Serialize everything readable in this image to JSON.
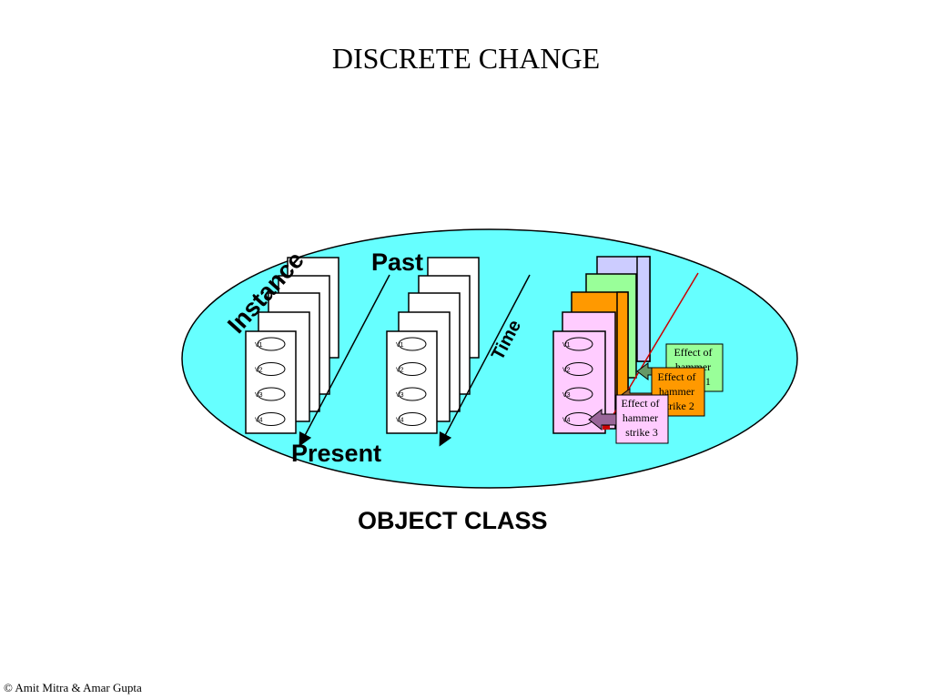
{
  "title": "DISCRETE CHANGE",
  "labels": {
    "instance": "Instance",
    "past": "Past",
    "present": "Present",
    "time": "Time",
    "object_class": "OBJECT CLASS"
  },
  "variables": [
    "V1",
    "V2",
    "V3",
    "V4"
  ],
  "effects": [
    {
      "lines": [
        "Effect of",
        "hammer",
        "strike 1"
      ],
      "color": "#99FF99"
    },
    {
      "lines": [
        "Effect of",
        "hammer",
        "strike 2"
      ],
      "color": "#FF9900"
    },
    {
      "lines": [
        "Effect of",
        "hammer",
        "strike 3"
      ],
      "color": "#FFCCFF"
    }
  ],
  "colors": {
    "ellipse": "#66FFFF",
    "layer_lavender": "#CCCCFF",
    "layer_green": "#99FF99",
    "layer_orange": "#FF9900",
    "layer_pink": "#FFCCFF",
    "time_line": "#CC0000"
  },
  "copyright": "© Amit Mitra & Amar Gupta"
}
